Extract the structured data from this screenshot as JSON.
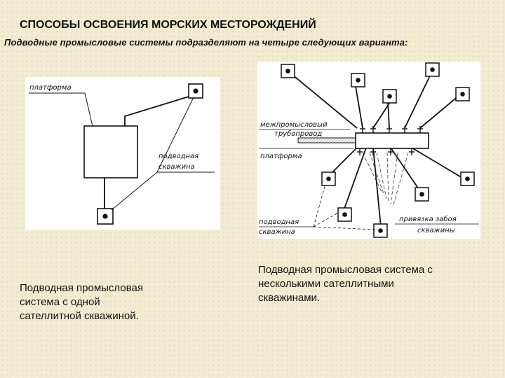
{
  "header": {
    "title": "СПОСОБЫ ОСВОЕНИЯ МОРСКИХ МЕСТОРОЖДЕНИЙ",
    "subtitle": "Подводные промысловые системы подразделяют на четыре следующих варианта:"
  },
  "left_diagram": {
    "label_platform": "платформа",
    "label_well_line1": "подводная",
    "label_well_line2": "скважина",
    "caption": "Подводная промысловая\nсистема с одной\nсателлитной скважиной."
  },
  "right_diagram": {
    "label_pipeline_line1": "межпромысловый",
    "label_pipeline_line2": "трубопровод",
    "label_platform": "платформа",
    "label_well_line1": "подводная",
    "label_well_line2": "скважина",
    "label_bottom_line1": "привязка забоя",
    "label_bottom_line2": "скважины",
    "caption": "Подводная промысловая система с\nнесколькими сателлитными\nскважинами."
  },
  "colors": {
    "background": "#f3ead2",
    "panel": "#ffffff",
    "ink": "#111111",
    "pipe_hatch": "#888888"
  }
}
